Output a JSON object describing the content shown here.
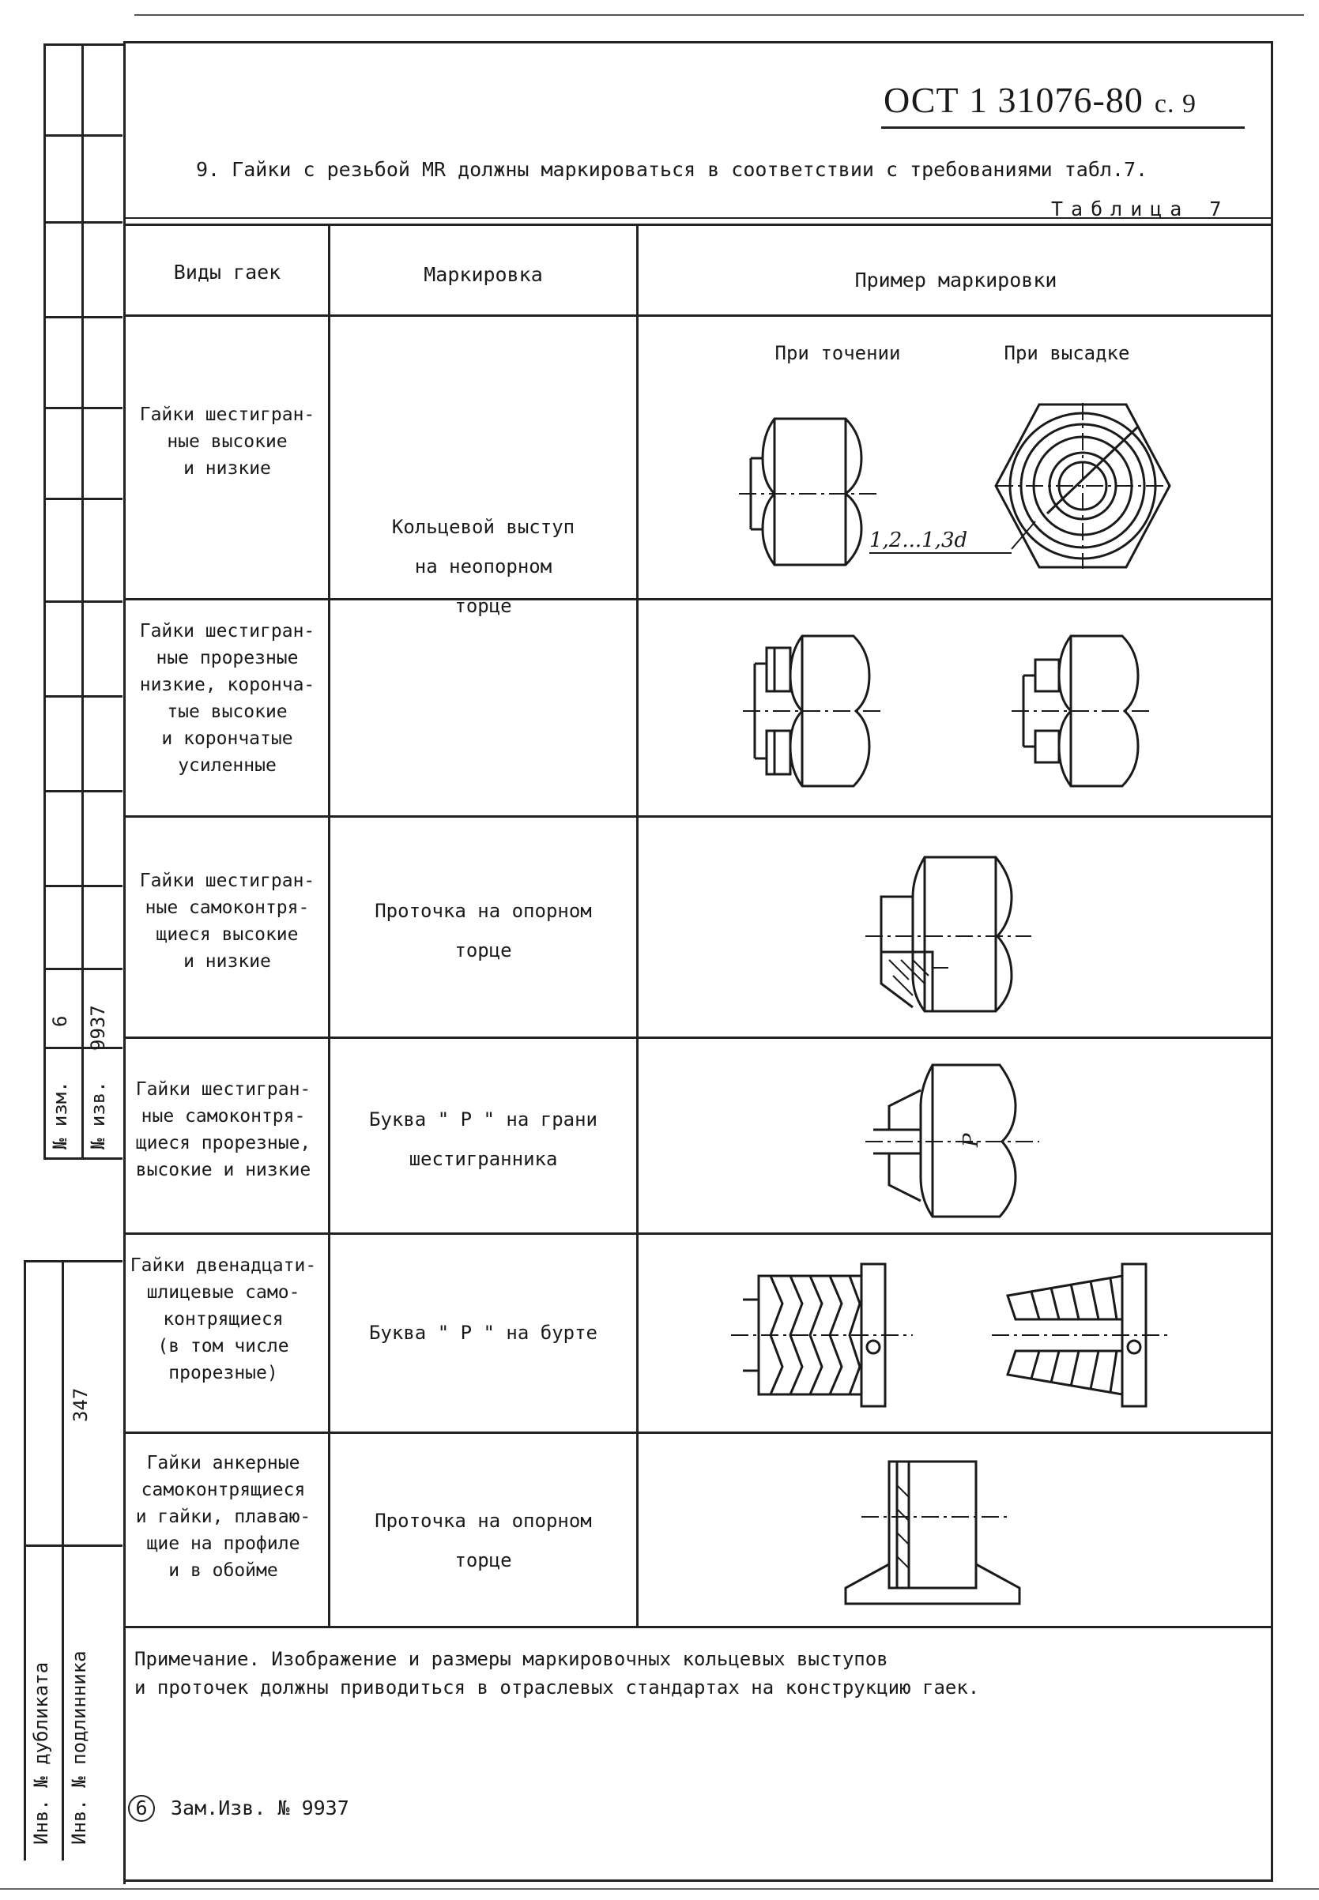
{
  "header": {
    "doc_code": "ОСТ 1 31076-80",
    "page": "с. 9"
  },
  "intro_text": "9. Гайки с резьбой MR должны маркироваться в соответствии с требованиями табл.7.",
  "table_title": "Таблица 7",
  "table": {
    "columns": [
      "Виды гаек",
      "Маркировка",
      "Пример маркировки"
    ],
    "example_subheaders": [
      "При точении",
      "При высадке"
    ],
    "dim_label": "1,2...1,3d",
    "letter_p": "P",
    "rows": [
      {
        "type": "Гайки шестигран-\nные высокие\nи низкие"
      },
      {
        "type": "Гайки шестигран-\nные прорезные\nнизкие, корончa-\nтые высокие\nи корончатые\nусиленные"
      },
      {
        "type": "Гайки шестигран-\nные самоконтря-\nщиеся высокие\nи низкие",
        "marking": "Проточка на опорном\nторце"
      },
      {
        "type": "Гайки шестигран-\nные самоконтря-\nщиеся прорезные,\nвысокие и низкие",
        "marking": "Буква \" Р \" на грани\nшестигранника"
      },
      {
        "type": "Гайки двенадцати-\nшлицевые само-\nконтрящиеся\n(в том числе\nпрорезные)",
        "marking": "Буква \" Р \" на бурте"
      },
      {
        "type": "Гайки анкерные\nсамоконтрящиеся\nи гайки, плаваю-\nщие на профиле\nи в обойме",
        "marking": "Проточка на опорном\nторце"
      }
    ],
    "merged_marking_rows_1_2": "Кольцевой выступ\nна неопорном\nторце"
  },
  "note": "Примечание. Изображение и размеры маркировочных кольцевых выступов\nи проточек должны приводиться в отраслевых стандартах на конструкцию гаек.",
  "stamp": {
    "number": "6",
    "text": "Зам.Изв. № 9937"
  },
  "margin": {
    "change_no_label": "№ изм.",
    "change_no": "6",
    "notice_no_label": "№ изв.",
    "notice_no": "9937",
    "inv_number": "347",
    "inv_dup_label": "Инв. № дубликата",
    "inv_orig_label": "Инв. № подлинника"
  }
}
